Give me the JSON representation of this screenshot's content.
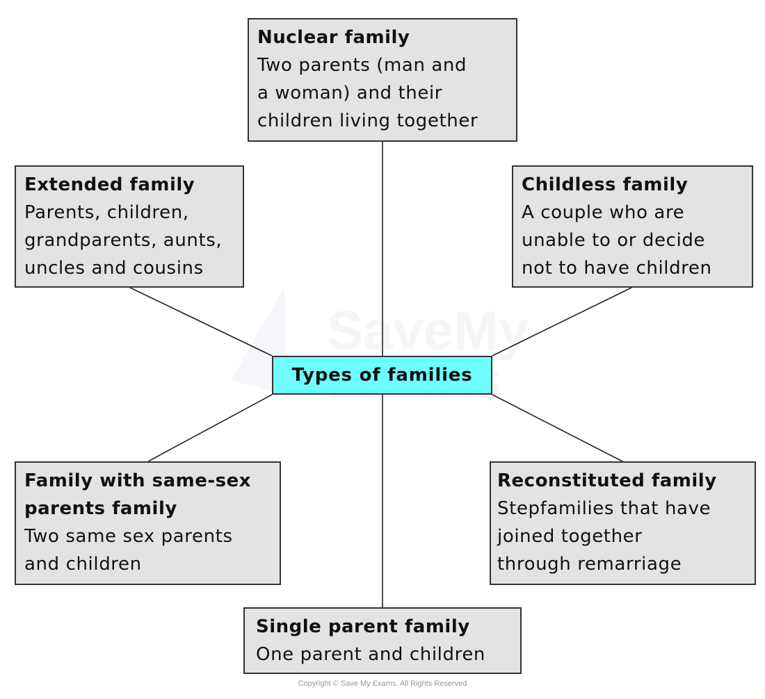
{
  "diagram": {
    "center": {
      "label": "Types of families",
      "color": "#6ffcfd"
    },
    "nodes": [
      {
        "id": "nuclear",
        "title": "Nuclear family",
        "description": "Two parents (man and\na woman) and their\nchildren living together"
      },
      {
        "id": "extended",
        "title": "Extended family",
        "description": "Parents, children,\ngrandparents, aunts,\nuncles and cousins"
      },
      {
        "id": "childless",
        "title": "Childless family",
        "description": "A couple who are\nunable to or decide\nnot to have children"
      },
      {
        "id": "same-sex",
        "title": "Family with same-sex\nparents family",
        "description": "Two same sex parents\nand children"
      },
      {
        "id": "reconstituted",
        "title": "Reconstituted family",
        "description": "Stepfamilies that have\njoined together\nthrough remarriage"
      },
      {
        "id": "single-parent",
        "title": "Single parent family",
        "description": "One parent and children"
      }
    ],
    "box_color": "#e3e3e3",
    "border_color": "#333333"
  },
  "watermark": {
    "text_line1": "SaveMy",
    "text_line2": "Exams"
  },
  "footer": {
    "copyright": "Copyright © Save My Exams. All Rights Reserved"
  }
}
